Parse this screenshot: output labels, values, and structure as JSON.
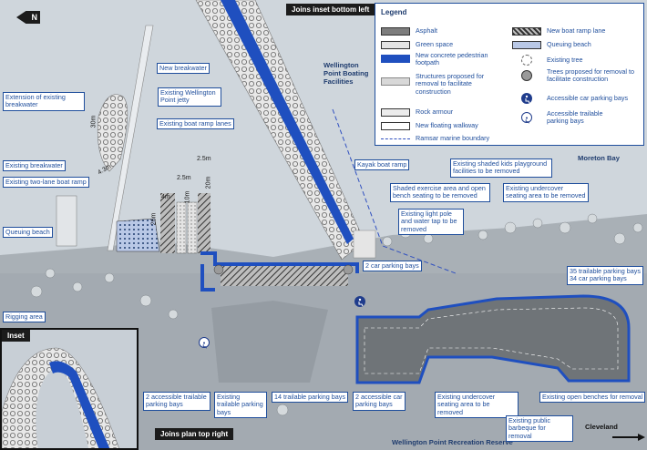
{
  "top_banner": "Joins inset bottom left",
  "north_label": "N",
  "facility_label": "Wellington\nPoint Boating\nFacilities",
  "bay_label": "Moreton Bay",
  "reserve_label": "Wellington Point Recreation Reserve",
  "cleveland_label": "Cleveland",
  "legend": {
    "title": "Legend",
    "items_left": [
      {
        "label": "Asphalt",
        "icon": "asphalt-swatch"
      },
      {
        "label": "Green space",
        "icon": "green-space-swatch"
      },
      {
        "label": "New concrete pedestrian footpath",
        "icon": "footpath-swatch"
      },
      {
        "label": "Structures proposed for removal to facilitate construction",
        "icon": "removal-structure-swatch"
      },
      {
        "label": "Rock armour",
        "icon": "rock-armour-swatch"
      },
      {
        "label": "New floating walkway",
        "icon": "floating-walkway-swatch"
      },
      {
        "label": "Ramsar marine boundary",
        "icon": "ramsar-boundary-line"
      }
    ],
    "items_right": [
      {
        "label": "New boat ramp lane",
        "icon": "boat-ramp-swatch"
      },
      {
        "label": "Queuing beach",
        "icon": "queuing-beach-swatch"
      },
      {
        "label": "Existing tree",
        "icon": "existing-tree-icon"
      },
      {
        "label": "Trees proposed for removal to facilitate construction",
        "icon": "tree-removal-icon"
      },
      {
        "label": "Accessible car parking bays",
        "icon": "accessible-car-icon"
      },
      {
        "label": "Accessible trailable parking bays",
        "icon": "accessible-trailer-icon"
      }
    ]
  },
  "callouts": {
    "new_breakwater": "New breakwater",
    "extension_breakwater": "Extension of existing breakwater",
    "existing_jetty": "Existing Wellington Point jetty",
    "existing_ramp_lanes": "Existing boat ramp lanes",
    "existing_breakwater": "Existing breakwater",
    "two_lane_ramp": "Existing two-lane boat ramp",
    "queuing_beach": "Queuing beach",
    "rigging_area": "Rigging area",
    "kayak_ramp": "Kayak boat ramp",
    "kids_playground": "Existing shaded kids playground facilities to be removed",
    "exercise_area": "Shaded exercise area and open bench seating to be removed",
    "undercover_top": "Existing undercover seating area to be removed",
    "light_pole": "Existing light pole and water tap to be removed",
    "car_bays_2_top": "2 car parking bays",
    "trailable_35": "35 trailable parking bays\n34 car parking bays",
    "acc_trailable_2": "2 accessible trailable parking bays",
    "existing_trailable": "Existing trailable parking bays",
    "trailable_14": "14 trailable parking bays",
    "acc_car_2": "2 accessible car parking bays",
    "undercover_bottom": "Existing undercover seating area to be removed",
    "bbq": "Existing public barbeque for removal",
    "open_benches": "Existing open benches for removal"
  },
  "dimensions": {
    "d30m": "30m",
    "d4_3m": "4.3m",
    "d4m": "4m",
    "d2_5m_a": "2.5m",
    "d2_5m_b": "2.5m",
    "d10m": "10m",
    "d20m": "20m",
    "d26m": "26m"
  },
  "inset": {
    "title": "Inset",
    "banner": "Joins plan top right"
  },
  "colors": {
    "footpath": "#1f4fbf",
    "asphalt": "#7d7d7d",
    "callout_border": "#1f4e9c",
    "water": "#cfd6dc"
  }
}
